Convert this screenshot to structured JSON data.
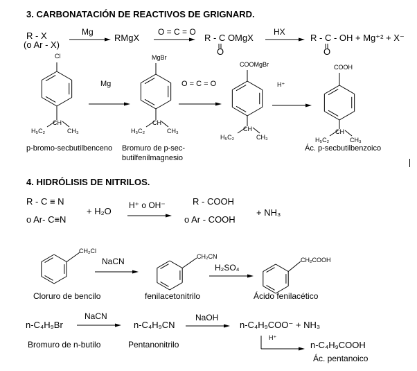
{
  "section3": {
    "title": "3. CARBONATACIÓN DE REACTIVOS DE GRIGNARD.",
    "general": {
      "reactant": "R - X",
      "reactant_alt": "(o Ar - X)",
      "reagent1": "Mg",
      "product1": "RMgX",
      "reagent2": "O = C = O",
      "product2": "R - C OMgX",
      "product2_oxygen": "O",
      "reagent3": "HX",
      "product3": "R - C - OH + Mg⁺² + X⁻",
      "product3_oxygen": "O"
    },
    "example": {
      "sub1_top": "Cl",
      "reagent1": "Mg",
      "sub2_top": "MgBr",
      "reagent2": "O = C = O",
      "sub3_top": "COOMgBr",
      "reagent3": "H⁺",
      "sub4_top": "COOH",
      "ch": "CH",
      "ethyl": "H₅C₂",
      "methyl": "CH₃",
      "name1": "p-bromo-secbutilbenceno",
      "name2_line1": "Bromuro de p-sec-",
      "name2_line2": "butilfenilmagnesio",
      "name4": "Ác. p-secbutilbenzoico"
    }
  },
  "section4": {
    "title": "4. HIDRÓLISIS DE NITRILOS.",
    "general": {
      "reactant": "R - C ≡ N",
      "reactant_alt": "o Ar- C≡N",
      "water": "+ H₂O",
      "reagent": "H⁺ o OH⁻",
      "product": "R - COOH",
      "product_alt": "o Ar - COOH",
      "byproduct": "+ NH₃"
    },
    "benzyl": {
      "sub1": "CH₂Cl",
      "reagent1": "NaCN",
      "sub2": "CH₂CN",
      "reagent2": "H₂SO₄",
      "sub3": "CH₂COOH",
      "name1": "Cloruro de bencilo",
      "name2": "fenilacetonitrilo",
      "name3": "Ácido fenilacético"
    },
    "butyl": {
      "reactant": "n-C₄H₉Br",
      "reagent1": "NaCN",
      "product1": "n-C₄H₉CN",
      "reagent2": "NaOH",
      "product2": "n-C₄H₉COO⁻  +  NH₃",
      "reagent3": "H⁺",
      "product3": "n-C₄H₉COOH",
      "name1": "Bromuro de n-butilo",
      "name2": "Pentanonitrilo",
      "name3": "Ác. pentanoico"
    }
  }
}
